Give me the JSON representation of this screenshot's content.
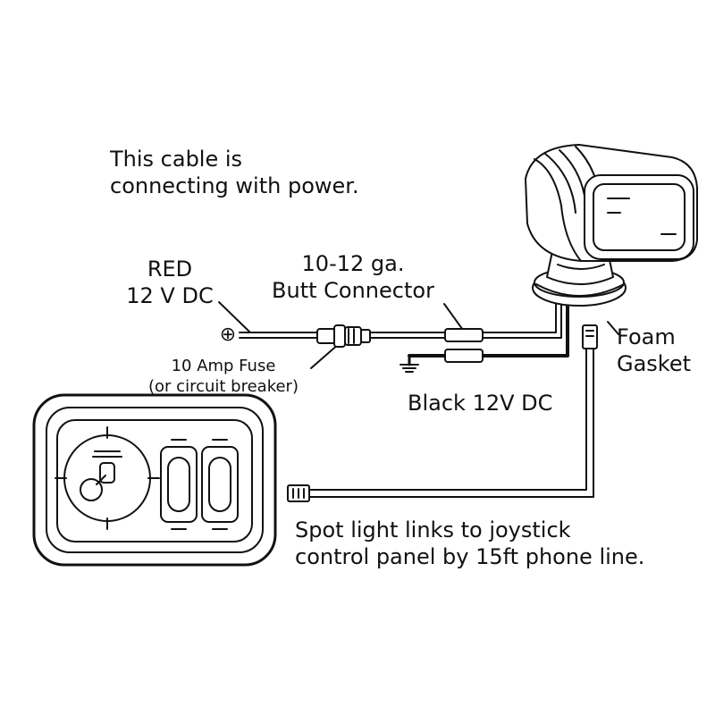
{
  "labels": {
    "cable_note": [
      "This cable is",
      "connecting with power."
    ],
    "red_wire": [
      "RED",
      "12 V DC"
    ],
    "butt_connector": [
      "10-12 ga.",
      "Butt Connector"
    ],
    "fuse": [
      "10 Amp Fuse",
      "(or circuit breaker)"
    ],
    "black_wire": "Black 12V DC",
    "foam_gasket": [
      "Foam",
      "Gasket"
    ],
    "phone_line": [
      "Spot light links to joystick",
      "control panel by 15ft phone line."
    ]
  },
  "symbols": {
    "positive_terminal": "⊕",
    "ground": "ground-symbol"
  },
  "colors": {
    "line": "#111111",
    "wire_fill": "#ffffff",
    "background": "#ffffff"
  }
}
